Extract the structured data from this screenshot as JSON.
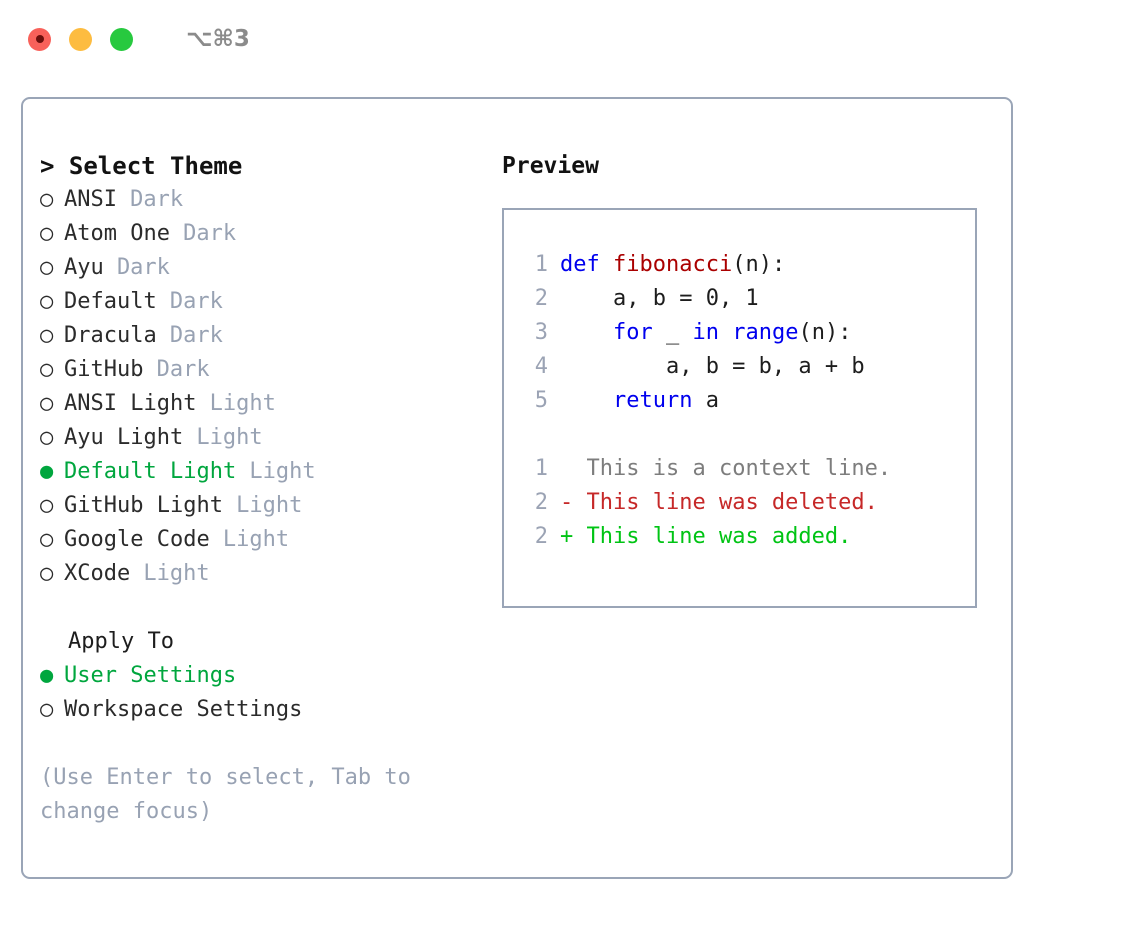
{
  "titlebar": {
    "shortcut": "⌥⌘3",
    "lights": [
      {
        "name": "close-button",
        "color": "#f8615a"
      },
      {
        "name": "minimize-button",
        "color": "#fdbc40"
      },
      {
        "name": "maximize-button",
        "color": "#27c93f"
      }
    ]
  },
  "theme_picker": {
    "header": "> Select Theme",
    "items": [
      {
        "bullet": "○",
        "name": "ANSI",
        "tag": "Dark",
        "selected": false
      },
      {
        "bullet": "○",
        "name": "Atom One",
        "tag": "Dark",
        "selected": false
      },
      {
        "bullet": "○",
        "name": "Ayu",
        "tag": "Dark",
        "selected": false
      },
      {
        "bullet": "○",
        "name": "Default",
        "tag": "Dark",
        "selected": false
      },
      {
        "bullet": "○",
        "name": "Dracula",
        "tag": "Dark",
        "selected": false
      },
      {
        "bullet": "○",
        "name": "GitHub",
        "tag": "Dark",
        "selected": false
      },
      {
        "bullet": "○",
        "name": "ANSI Light",
        "tag": "Light",
        "selected": false
      },
      {
        "bullet": "○",
        "name": "Ayu Light",
        "tag": "Light",
        "selected": false
      },
      {
        "bullet": "●",
        "name": "Default Light",
        "tag": "Light",
        "selected": true
      },
      {
        "bullet": "○",
        "name": "GitHub Light",
        "tag": "Light",
        "selected": false
      },
      {
        "bullet": "○",
        "name": "Google Code",
        "tag": "Light",
        "selected": false
      },
      {
        "bullet": "○",
        "name": "XCode",
        "tag": "Light",
        "selected": false
      }
    ]
  },
  "apply_to": {
    "title": "Apply To",
    "items": [
      {
        "bullet": "●",
        "name": "User Settings",
        "selected": true
      },
      {
        "bullet": "○",
        "name": "Workspace Settings",
        "selected": false
      }
    ]
  },
  "hint": "(Use Enter to select, Tab to change focus)",
  "preview": {
    "title": "Preview",
    "code_lines": [
      {
        "num": "1",
        "tokens": [
          {
            "text": "def ",
            "type": "kw"
          },
          {
            "text": "fibonacci",
            "type": "fn"
          },
          {
            "text": "(n):",
            "type": "plain"
          }
        ]
      },
      {
        "num": "2",
        "tokens": [
          {
            "text": "    a, b = 0, 1",
            "type": "plain"
          }
        ]
      },
      {
        "num": "3",
        "tokens": [
          {
            "text": "    ",
            "type": "plain"
          },
          {
            "text": "for",
            "type": "kw"
          },
          {
            "text": " _ ",
            "type": "plain"
          },
          {
            "text": "in",
            "type": "kw"
          },
          {
            "text": " ",
            "type": "plain"
          },
          {
            "text": "range",
            "type": "kw"
          },
          {
            "text": "(n):",
            "type": "plain"
          }
        ]
      },
      {
        "num": "4",
        "tokens": [
          {
            "text": "        a, b = b, a + b",
            "type": "plain"
          }
        ]
      },
      {
        "num": "5",
        "tokens": [
          {
            "text": "    ",
            "type": "plain"
          },
          {
            "text": "return",
            "type": "kw"
          },
          {
            "text": " a",
            "type": "plain"
          }
        ]
      }
    ],
    "diff_lines": [
      {
        "num": "1",
        "marker": "  ",
        "text": "This is a context line.",
        "type": "ctx"
      },
      {
        "num": "2",
        "marker": "- ",
        "text": "This line was deleted.",
        "type": "del"
      },
      {
        "num": "2",
        "marker": "+ ",
        "text": "This line was added.",
        "type": "add"
      }
    ]
  },
  "colors": {
    "accent_green": "#00a63e",
    "border": "#9aa5b7",
    "muted": "#98a2b3",
    "keyword_blue": "#0000ee",
    "function_red": "#aa0000",
    "diff_add": "#00c414",
    "diff_del": "#c62828"
  }
}
